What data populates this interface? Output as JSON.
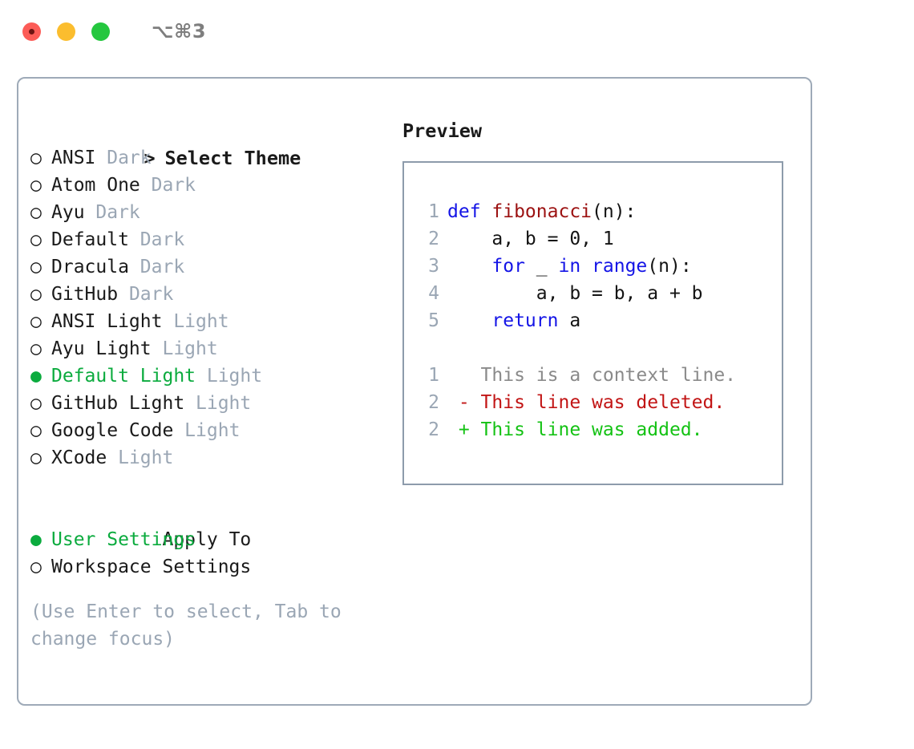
{
  "titlebar": {
    "buttons": [
      {
        "name": "close",
        "color": "#fc5c57"
      },
      {
        "name": "minimize",
        "color": "#fbbd2e"
      },
      {
        "name": "zoom",
        "color": "#25c73f"
      }
    ],
    "shortcut": "⌥⌘3"
  },
  "theme_panel": {
    "header": {
      "prefix": ">",
      "label": "Select Theme"
    },
    "items": [
      {
        "marker": "○",
        "label": "ANSI",
        "suffix": "Dark",
        "selected": false
      },
      {
        "marker": "○",
        "label": "Atom One",
        "suffix": "Dark",
        "selected": false
      },
      {
        "marker": "○",
        "label": "Ayu",
        "suffix": "Dark",
        "selected": false
      },
      {
        "marker": "○",
        "label": "Default",
        "suffix": "Dark",
        "selected": false
      },
      {
        "marker": "○",
        "label": "Dracula",
        "suffix": "Dark",
        "selected": false
      },
      {
        "marker": "○",
        "label": "GitHub",
        "suffix": "Dark",
        "selected": false
      },
      {
        "marker": "○",
        "label": "ANSI Light",
        "suffix": "Light",
        "selected": false
      },
      {
        "marker": "○",
        "label": "Ayu Light",
        "suffix": "Light",
        "selected": false
      },
      {
        "marker": "●",
        "label": "Default Light",
        "suffix": "Light",
        "selected": true
      },
      {
        "marker": "○",
        "label": "GitHub Light",
        "suffix": "Light",
        "selected": false
      },
      {
        "marker": "○",
        "label": "Google Code",
        "suffix": "Light",
        "selected": false
      },
      {
        "marker": "○",
        "label": "XCode",
        "suffix": "Light",
        "selected": false
      }
    ],
    "apply_to": {
      "header": "Apply To",
      "options": [
        {
          "marker": "●",
          "label": "User Settings",
          "selected": true
        },
        {
          "marker": "○",
          "label": "Workspace Settings",
          "selected": false
        }
      ]
    },
    "hint": "(Use Enter to select, Tab to change focus)"
  },
  "preview": {
    "title": "Preview",
    "code_lines": [
      {
        "number": "1",
        "tokens": [
          {
            "text": "def ",
            "style": "kw"
          },
          {
            "text": "fibonacci",
            "style": "fn"
          },
          {
            "text": "(n):",
            "style": "plain"
          }
        ]
      },
      {
        "number": "2",
        "tokens": [
          {
            "text": "    a, b = 0, 1",
            "style": "plain"
          }
        ]
      },
      {
        "number": "3",
        "tokens": [
          {
            "text": "    ",
            "style": "plain"
          },
          {
            "text": "for",
            "style": "kw"
          },
          {
            "text": " _ ",
            "style": "plain"
          },
          {
            "text": "in",
            "style": "kw"
          },
          {
            "text": " ",
            "style": "plain"
          },
          {
            "text": "range",
            "style": "kw"
          },
          {
            "text": "(n):",
            "style": "plain"
          }
        ]
      },
      {
        "number": "4",
        "tokens": [
          {
            "text": "        a, b = b, a + b",
            "style": "plain"
          }
        ]
      },
      {
        "number": "5",
        "tokens": [
          {
            "text": "    ",
            "style": "plain"
          },
          {
            "text": "return",
            "style": "kw"
          },
          {
            "text": " a",
            "style": "plain"
          }
        ]
      }
    ],
    "diff_lines": [
      {
        "number": "1",
        "tokens": [
          {
            "text": "   This is a context line.",
            "style": "ctx"
          }
        ]
      },
      {
        "number": "2",
        "tokens": [
          {
            "text": " - This line was deleted.",
            "style": "del"
          }
        ]
      },
      {
        "number": "2",
        "tokens": [
          {
            "text": " + This line was added.",
            "style": "add"
          }
        ]
      }
    ]
  },
  "colors": {
    "selected_green": "#0bab3e",
    "muted_gray": "#9aa6b4",
    "keyword_blue": "#1414e6",
    "function_red": "#9c1212",
    "diff_delete": "#c21515",
    "diff_add": "#14c214",
    "panel_border": "#9eaab8",
    "preview_border": "#8d9bab"
  }
}
